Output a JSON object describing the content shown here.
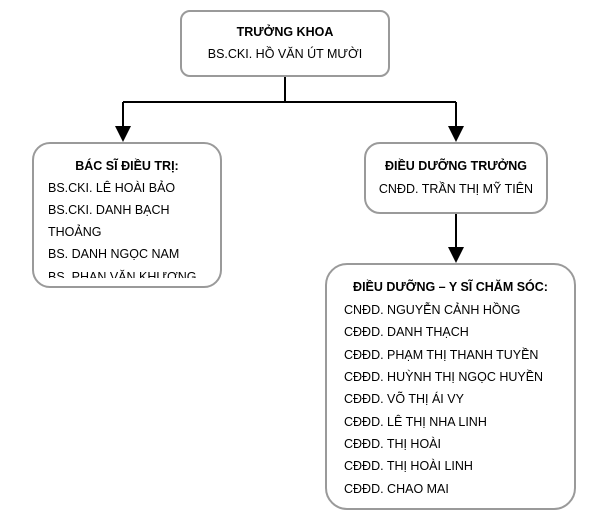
{
  "head": {
    "title": "TRƯỞNG KHOA",
    "name": "BS.CKI. HỒ VĂN ÚT MƯỜI"
  },
  "doctors": {
    "title": "BÁC SĨ ĐIỀU TRỊ:",
    "items": [
      "BS.CKI. LÊ HOÀI BẢO",
      "BS.CKI. DANH BẠCH",
      "THOẢNG",
      "BS. DANH NGỌC NAM",
      "BS. PHAN VĂN KHƯƠNG"
    ]
  },
  "head_nurse": {
    "title": "ĐIỀU DƯỠNG TRƯỞNG",
    "name": "CNĐD. TRẦN THỊ MỸ TIÊN"
  },
  "nurses": {
    "title": "ĐIỀU DƯỠNG – Y SĨ CHĂM SÓC:",
    "items": [
      "CNĐD. NGUYỄN CẢNH HỒNG",
      "CĐĐD. DANH THẠCH",
      "CĐĐD. PHẠM THỊ THANH TUYỀN",
      "CĐĐD. HUỲNH THỊ NGỌC HUYỀN",
      "CĐĐD. VÕ THỊ ÁI VY",
      "CĐĐD. LÊ THỊ NHA LINH",
      "CĐĐD. THỊ HOÀI",
      "CĐĐD. THỊ HOÀI LINH",
      "CĐĐD. CHAO MAI"
    ]
  }
}
